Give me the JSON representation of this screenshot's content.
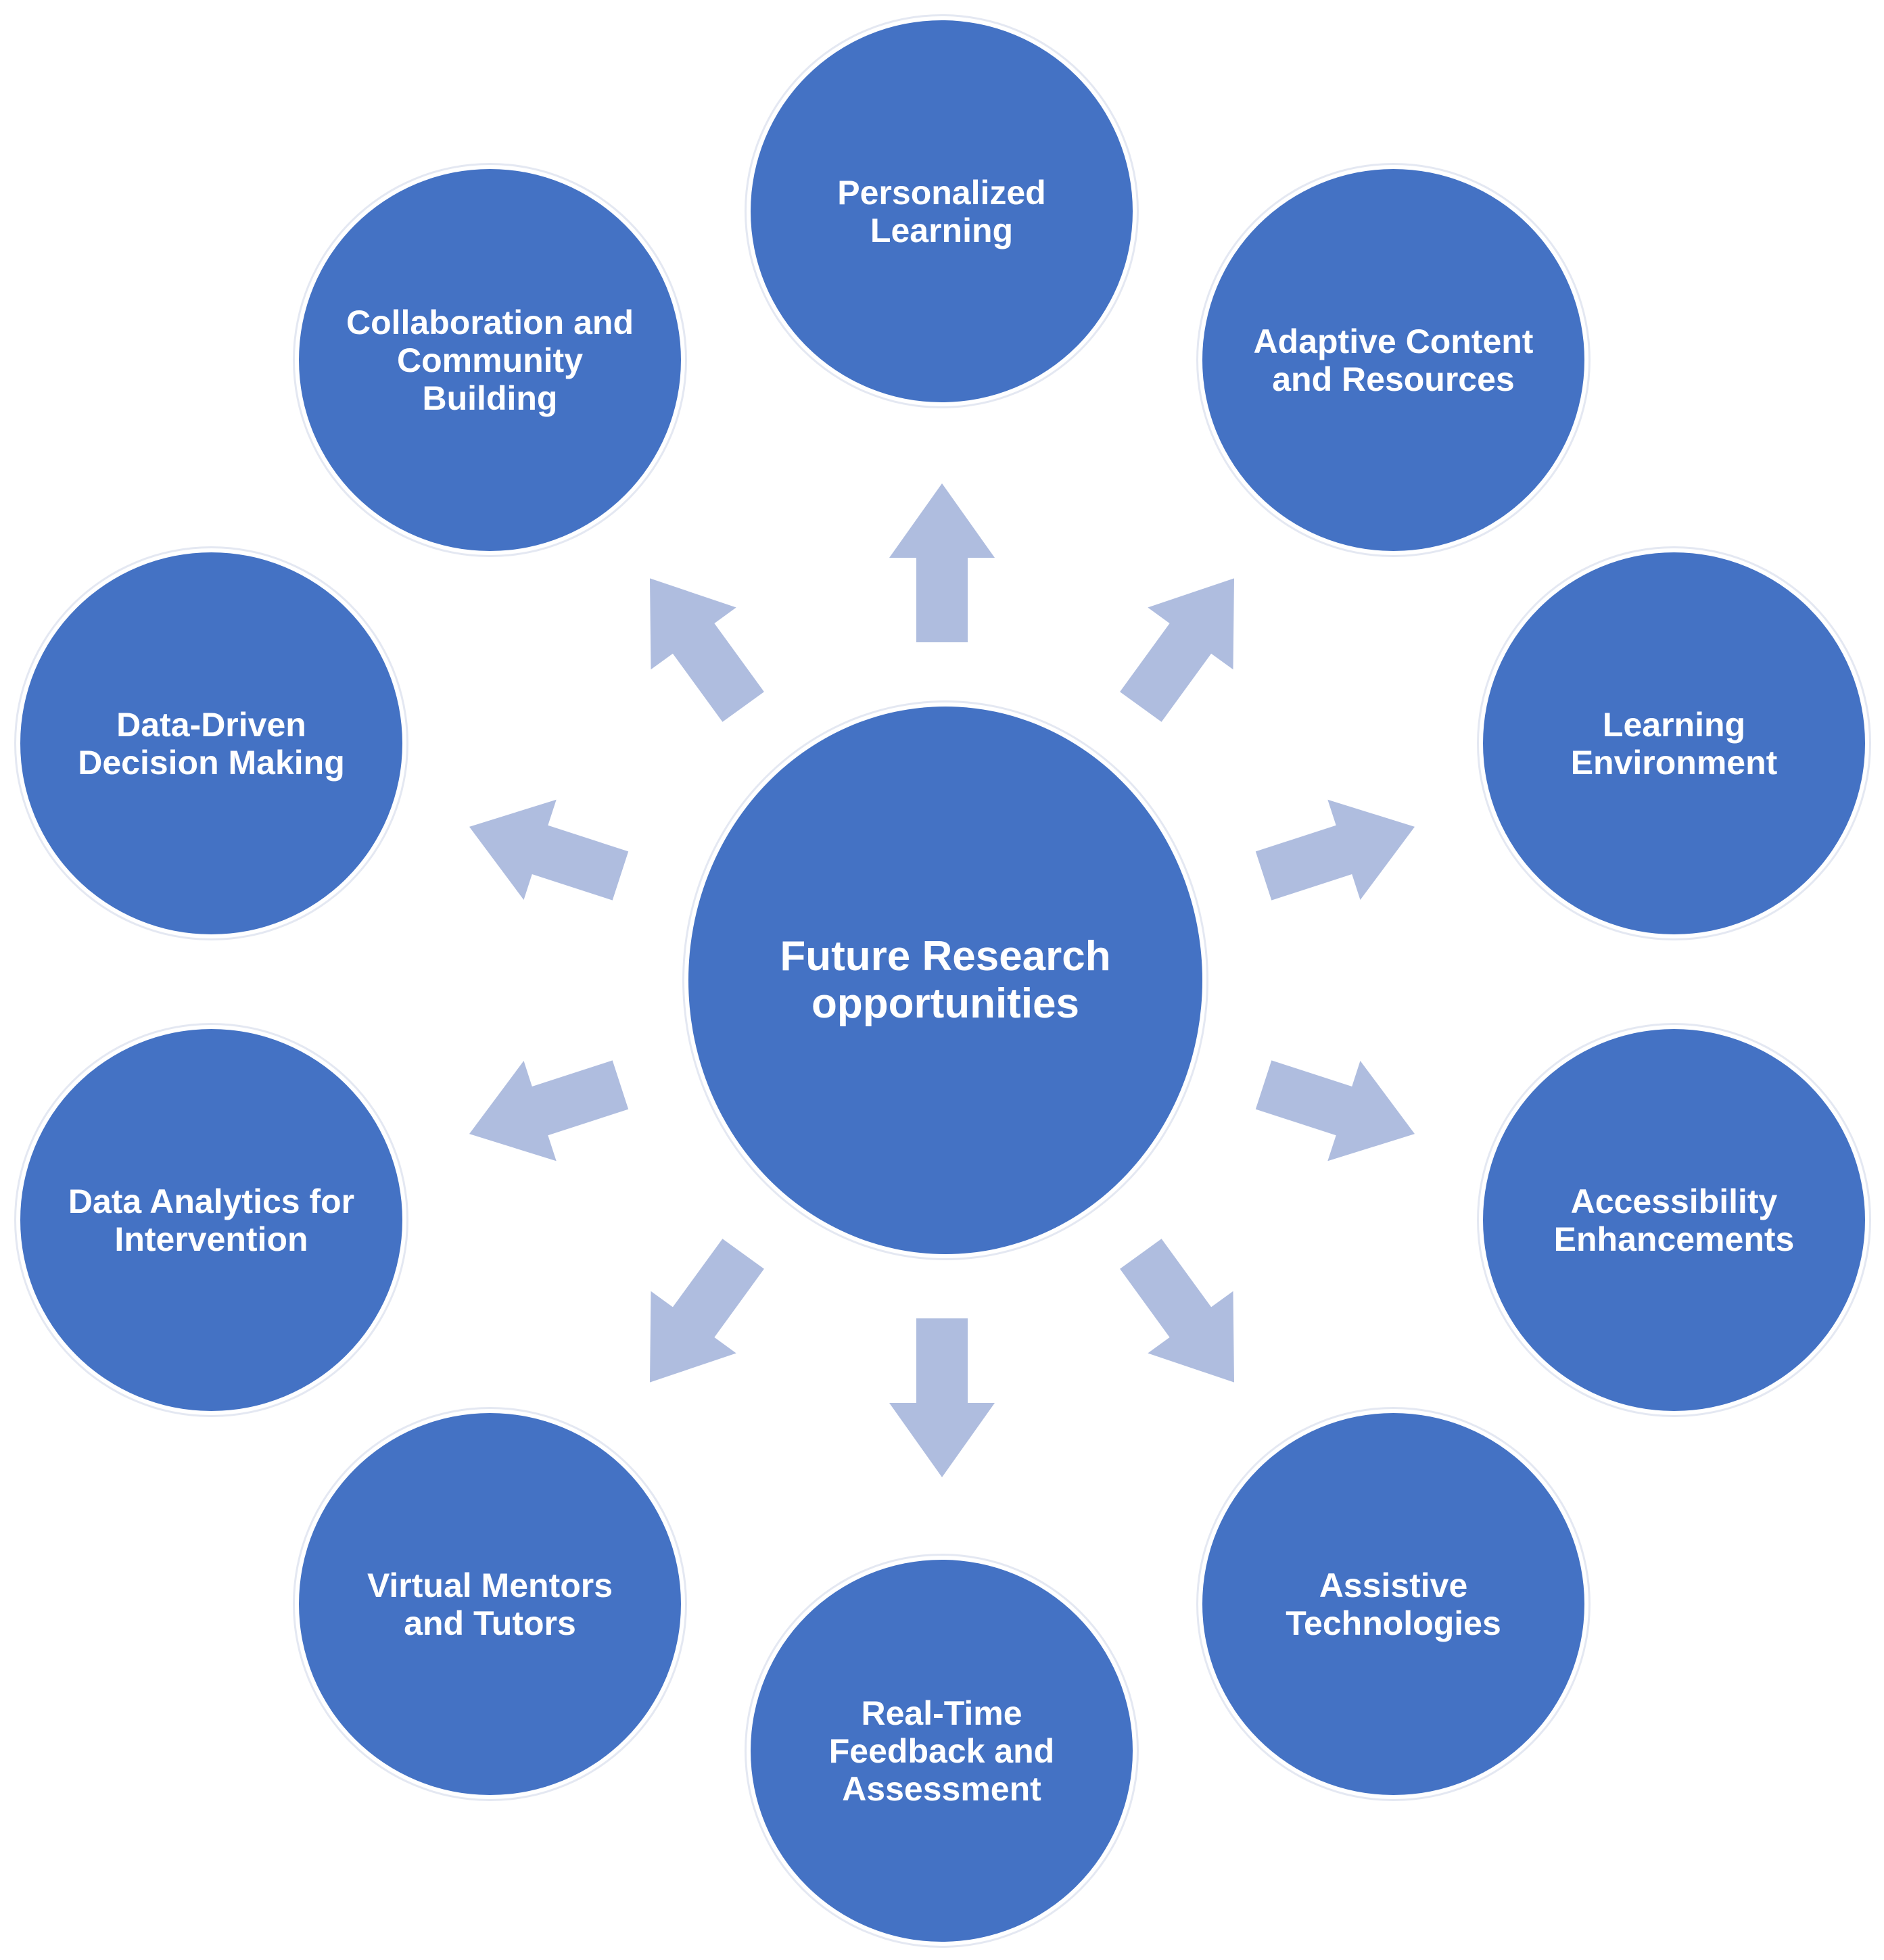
{
  "colors": {
    "node_fill": "#4472c4",
    "arrow_fill": "#afbddf",
    "text": "#ffffff"
  },
  "center": {
    "label": "Future Research opportunities"
  },
  "nodes": [
    {
      "label": "Personalized Learning"
    },
    {
      "label": "Adaptive Content and Resources"
    },
    {
      "label": "Learning Environment"
    },
    {
      "label": "Accessibility Enhancements"
    },
    {
      "label": "Assistive Technologies"
    },
    {
      "label": "Real-Time Feedback and Assessment"
    },
    {
      "label": "Virtual Mentors and Tutors"
    },
    {
      "label": "Data Analytics for Intervention"
    },
    {
      "label": "Data-Driven Decision Making"
    },
    {
      "label": "Collaboration and Community Building"
    }
  ]
}
